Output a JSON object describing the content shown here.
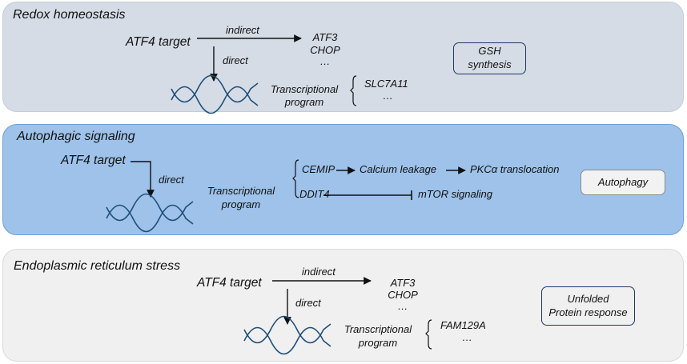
{
  "panels": [
    {
      "title": "Redox homeostasis",
      "target": "ATF4 target",
      "indirect": "indirect",
      "direct": "direct",
      "indirect_genes": [
        "ATF3",
        "CHOP",
        "…"
      ],
      "program": [
        "Transcriptional",
        "program"
      ],
      "program_genes": [
        "SLC7A11",
        "…"
      ],
      "outcome": [
        "GSH",
        "synthesis"
      ]
    },
    {
      "title": "Autophagic signaling",
      "target": "ATF4 target",
      "direct": "direct",
      "program": [
        "Transcriptional",
        "program"
      ],
      "gene1": "CEMIP",
      "step1": "Calcium leakage",
      "step2": "PKCα translocation",
      "gene2": "DDIT4",
      "step3": "mTOR signaling",
      "outcome": "Autophagy"
    },
    {
      "title": "Endoplasmic reticulum stress",
      "target": "ATF4 target",
      "indirect": "indirect",
      "direct": "direct",
      "indirect_genes": [
        "ATF3",
        "CHOP",
        "…"
      ],
      "program": [
        "Transcriptional",
        "program"
      ],
      "program_genes": [
        "FAM129A",
        "…"
      ],
      "outcome": [
        "Unfolded",
        "Protein response"
      ]
    }
  ],
  "colors": {
    "panel1_bg": "#d5dce5",
    "panel2_bg": "#9ec2ea",
    "panel3_bg": "#f0f0f0",
    "dna": "#1f4e79",
    "box_border": "#1f3864"
  }
}
